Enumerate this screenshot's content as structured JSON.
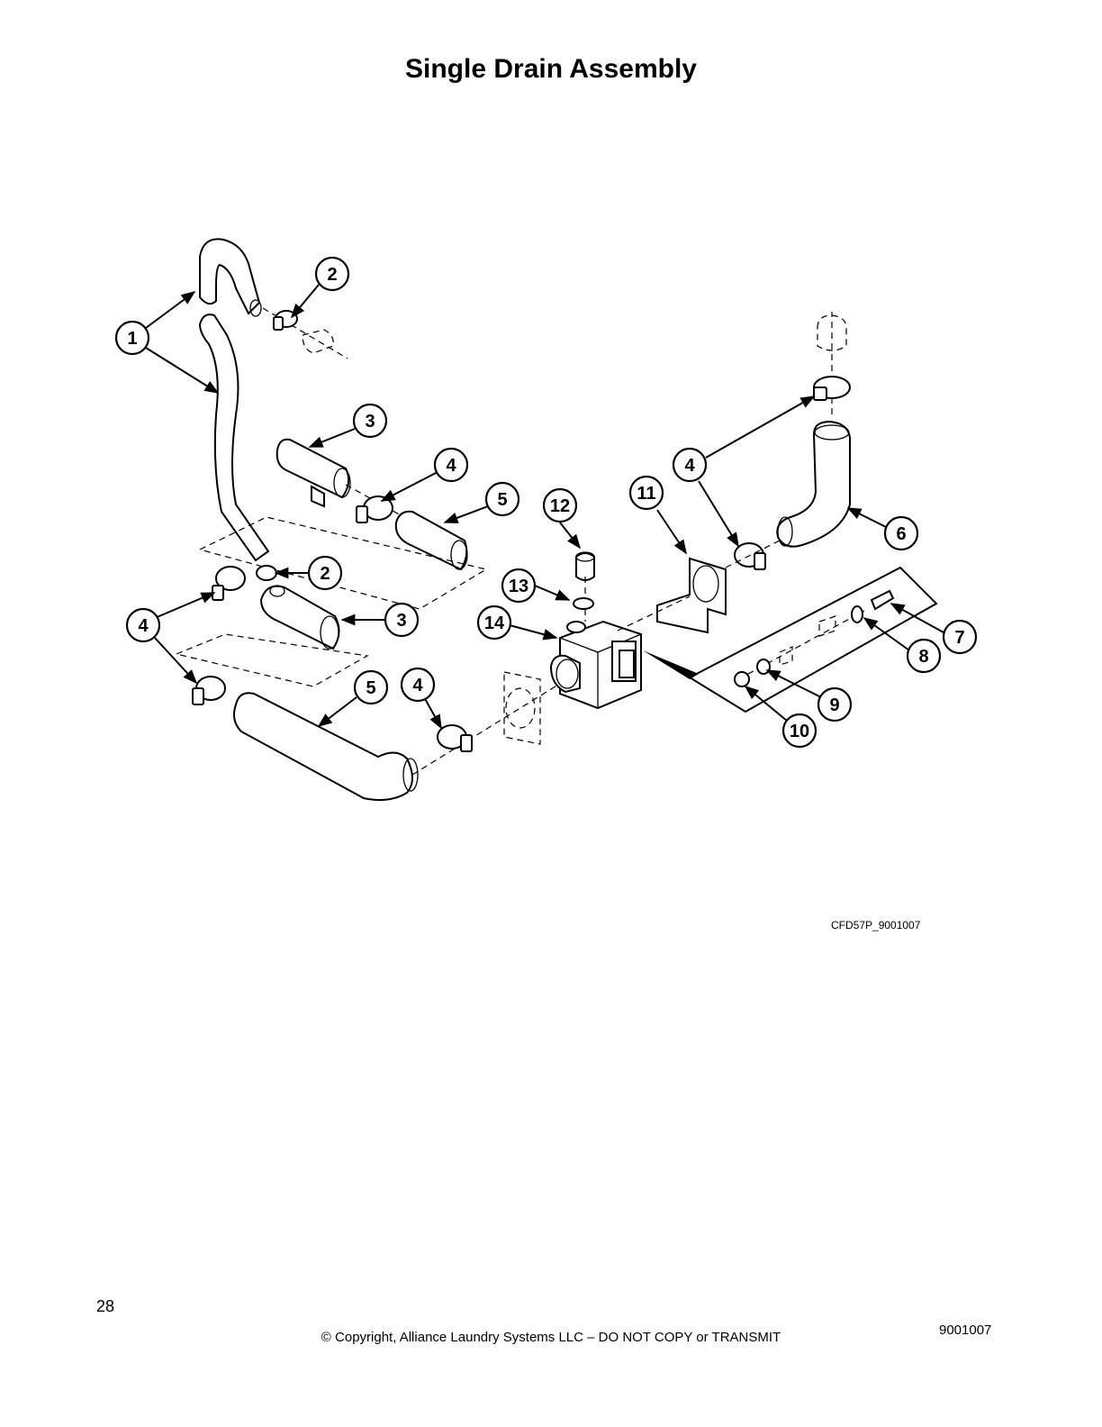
{
  "title": "Single Drain Assembly",
  "figure_code": "CFD57P_9001007",
  "footer": {
    "page_number": "28",
    "copyright": "© Copyright, Alliance Laundry Systems LLC – DO NOT COPY or TRANSMIT",
    "doc_number": "9001007"
  },
  "callouts": {
    "c1": "1",
    "c2a": "2",
    "c2b": "2",
    "c3a": "3",
    "c3b": "3",
    "c4a": "4",
    "c4b": "4",
    "c4c": "4",
    "c4d": "4",
    "c5a": "5",
    "c5b": "5",
    "c6": "6",
    "c7": "7",
    "c8": "8",
    "c9": "9",
    "c10": "10",
    "c11": "11",
    "c12": "12",
    "c13": "13",
    "c14": "14"
  }
}
